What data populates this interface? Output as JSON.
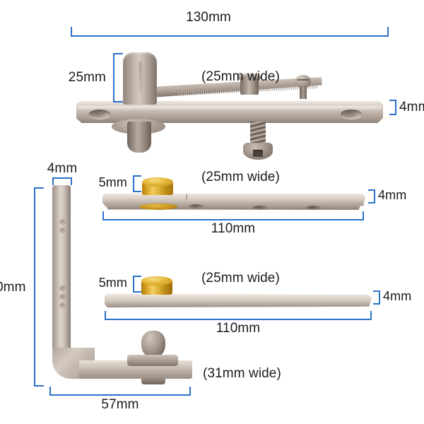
{
  "document": {
    "type": "product-dimension-diagram",
    "subject": "pivot hinge hardware set",
    "background_color": "#ffffff",
    "dimension_line_color": "#2a72c8",
    "label_text_color": "#1b1b1b"
  },
  "components": {
    "top_pivot_plate": {
      "name": "top pivot plate assembly",
      "overall_length_label": "130mm",
      "height_label": "25mm",
      "width_label": "(25mm wide)",
      "thickness_label": "4mm",
      "material_color": "#c0b4aa"
    },
    "upper_bushing_plate": {
      "name": "upper brass-bushing pivot plate",
      "bushing_height_label": "5mm",
      "width_label": "(25mm wide)",
      "thickness_label": "4mm",
      "length_label": "110mm",
      "bushing_color": "#d8a426"
    },
    "lower_bushing_plate": {
      "name": "lower brass-bushing pivot plate",
      "bushing_height_label": "5mm",
      "width_label": "(25mm wide)",
      "thickness_label": "4mm",
      "length_label": "110mm",
      "bushing_color": "#d8a426"
    },
    "l_bracket": {
      "name": "L-shaped pivot bracket",
      "thickness_label": "4mm",
      "height_label": "0mm",
      "base_length_label": "57mm",
      "foot_width_label": "(31mm wide)",
      "material_color": "#bfb3a9"
    }
  },
  "annotations": [
    {
      "id": "top-overall-length",
      "text": "130mm",
      "orientation": "horizontal"
    },
    {
      "id": "top-height",
      "text": "25mm",
      "orientation": "vertical"
    },
    {
      "id": "top-width",
      "text": "(25mm wide)",
      "orientation": "none"
    },
    {
      "id": "top-thickness",
      "text": "4mm",
      "orientation": "vertical"
    },
    {
      "id": "lbracket-thickness",
      "text": "4mm",
      "orientation": "horizontal"
    },
    {
      "id": "lbracket-height",
      "text": "0mm",
      "orientation": "vertical"
    },
    {
      "id": "lbracket-base",
      "text": "57mm",
      "orientation": "horizontal"
    },
    {
      "id": "lbracket-foot-width",
      "text": "(31mm wide)",
      "orientation": "none"
    },
    {
      "id": "upper-bushing",
      "text": "5mm",
      "orientation": "vertical"
    },
    {
      "id": "upper-width",
      "text": "(25mm wide)",
      "orientation": "none"
    },
    {
      "id": "upper-thickness",
      "text": "4mm",
      "orientation": "vertical"
    },
    {
      "id": "upper-length",
      "text": "110mm",
      "orientation": "horizontal"
    },
    {
      "id": "lower-bushing",
      "text": "5mm",
      "orientation": "vertical"
    },
    {
      "id": "lower-width",
      "text": "(25mm wide)",
      "orientation": "none"
    },
    {
      "id": "lower-thickness",
      "text": "4mm",
      "orientation": "vertical"
    },
    {
      "id": "lower-length",
      "text": "110mm",
      "orientation": "horizontal"
    }
  ]
}
